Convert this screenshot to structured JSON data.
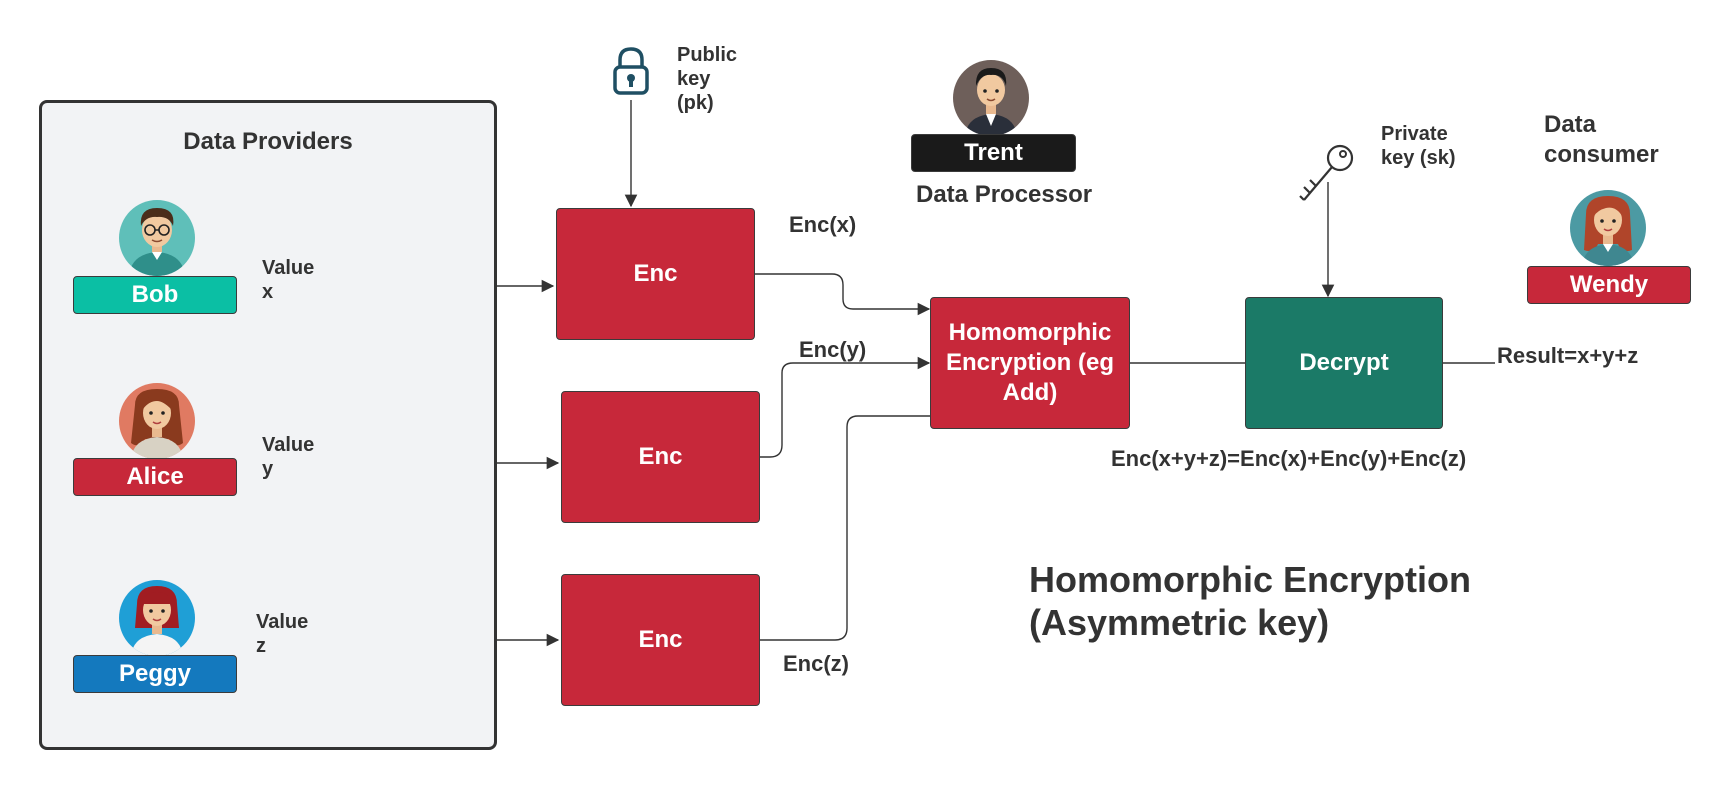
{
  "colors": {
    "enc_red": "#c7283a",
    "decrypt_green": "#1b7a67",
    "bob_teal": "#0bbfa4",
    "peggy_blue": "#1479be",
    "trent_black": "#1a1a1a",
    "wire": "#333333",
    "panel_bg": "#f2f3f5"
  },
  "providers": {
    "title": "Data Providers",
    "people": [
      {
        "name": "Bob",
        "value_label": "Value\nx",
        "icon": "bob-avatar"
      },
      {
        "name": "Alice",
        "value_label": "Value\ny",
        "icon": "alice-avatar"
      },
      {
        "name": "Peggy",
        "value_label": "Value\nz",
        "icon": "peggy-avatar"
      }
    ]
  },
  "encryption": {
    "public_key_label": "Public\nkey\n(pk)",
    "public_key_icon": "padlock-icon",
    "boxes": [
      "Enc",
      "Enc",
      "Enc"
    ],
    "outputs": [
      "Enc(x)",
      "Enc(y)",
      "Enc(z)"
    ]
  },
  "processor": {
    "name": "Trent",
    "role": "Data Processor",
    "box_label": "Homomorphic Encryption (eg Add)",
    "formula": "Enc(x+y+z)=Enc(x)+Enc(y)+Enc(z)"
  },
  "consumer": {
    "role": "Data\nconsumer",
    "name": "Wendy",
    "private_key_label": "Private\nkey (sk)",
    "private_key_icon": "key-icon",
    "decrypt_label": "Decrypt",
    "result": "Result=x+y+z"
  },
  "title": "Homomorphic Encryption\n(Asymmetric key)"
}
